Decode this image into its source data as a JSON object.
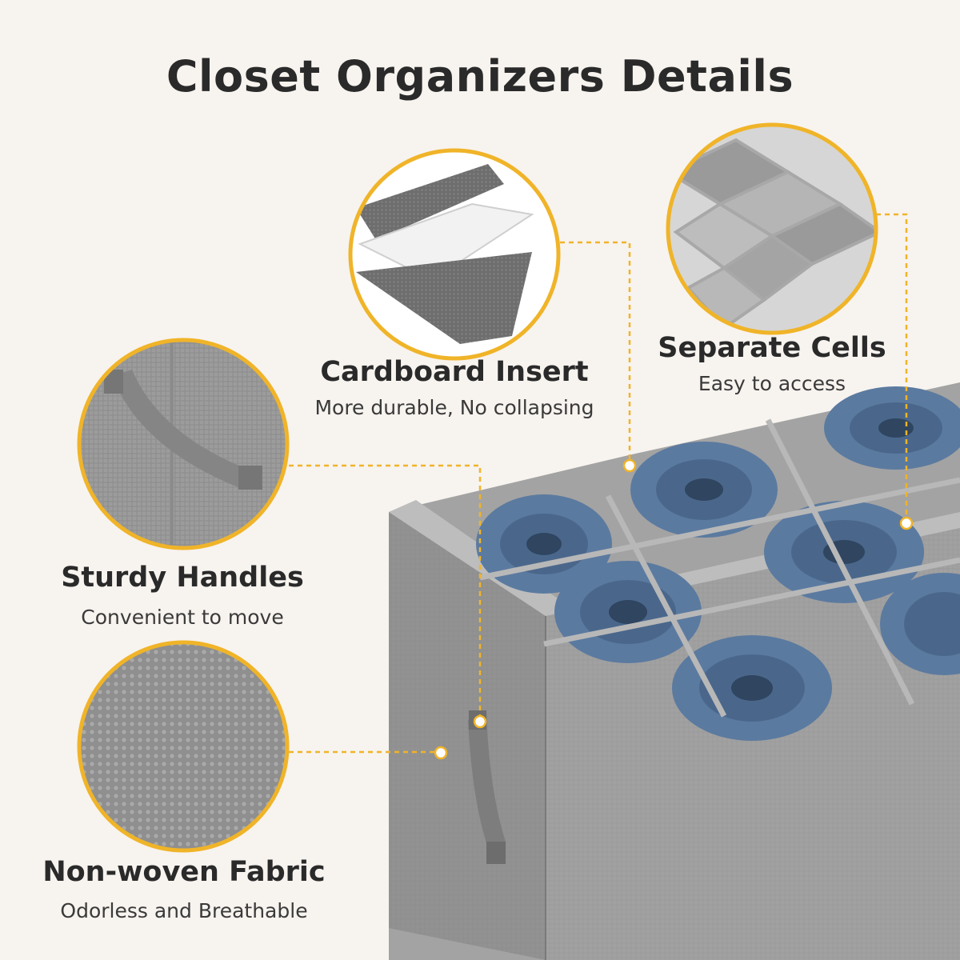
{
  "title": "Closet Organizers Details",
  "features": {
    "cardboard": {
      "title": "Cardboard Insert",
      "subtitle": "More durable, No collapsing"
    },
    "cells": {
      "title": "Separate Cells",
      "subtitle": "Easy to access"
    },
    "handles": {
      "title": "Sturdy Handles",
      "subtitle": "Convenient to move"
    },
    "fabric": {
      "title": "Non-woven Fabric",
      "subtitle": "Odorless and Breathable"
    }
  },
  "colors": {
    "background": "#f7f3ef",
    "accent": "#f0b429",
    "fabric": "#9a9a9a",
    "denim": "#4f6f94"
  }
}
